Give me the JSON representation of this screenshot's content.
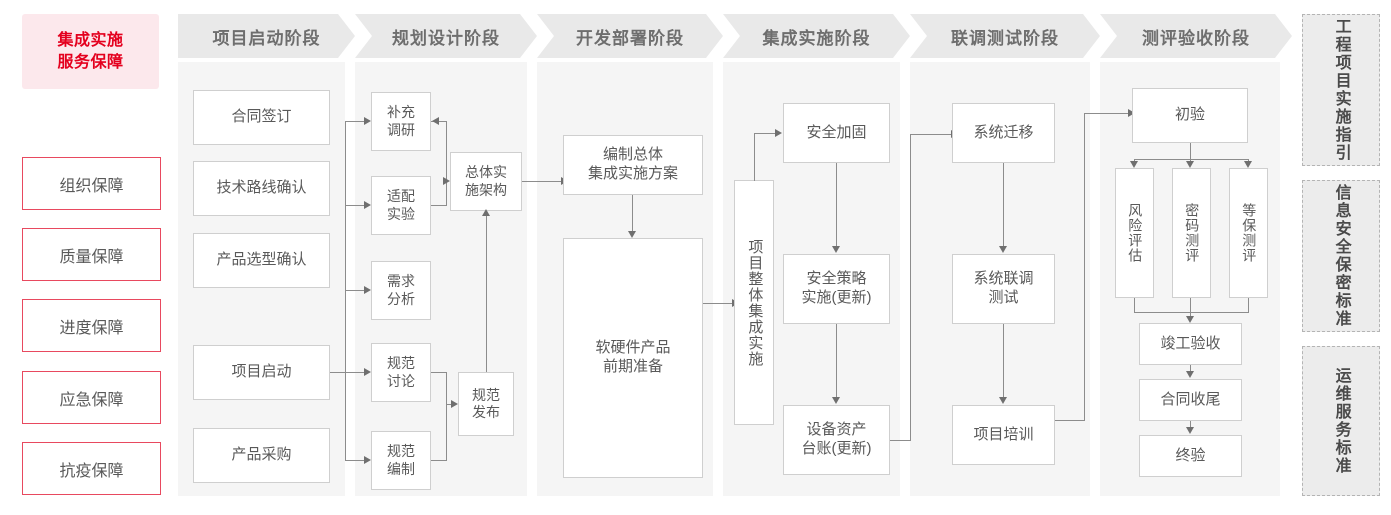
{
  "sidebar": {
    "header": "集成实施\n服务保障",
    "header_line1": "集成实施",
    "header_line2": "服务保障",
    "items": [
      {
        "label": "组织保障"
      },
      {
        "label": "质量保障"
      },
      {
        "label": "进度保障"
      },
      {
        "label": "应急保障"
      },
      {
        "label": "抗疫保障"
      }
    ],
    "accent_color": "#e4001e",
    "header_bg": "#fce8ec",
    "border_color": "#e8495f"
  },
  "phases": [
    {
      "label": "项目启动阶段"
    },
    {
      "label": "规划设计阶段"
    },
    {
      "label": "开发部署阶段"
    },
    {
      "label": "集成实施阶段"
    },
    {
      "label": "联调测试阶段"
    },
    {
      "label": "测评验收阶段"
    }
  ],
  "nodes": {
    "p1": [
      {
        "label": "合同签订"
      },
      {
        "label": "技术路线确认"
      },
      {
        "label": "产品选型确认"
      },
      {
        "label": "项目启动"
      },
      {
        "label": "产品采购"
      }
    ],
    "p2_left": [
      {
        "line1": "补充",
        "line2": "调研"
      },
      {
        "line1": "适配",
        "line2": "实验"
      },
      {
        "line1": "需求",
        "line2": "分析"
      },
      {
        "line1": "规范",
        "line2": "讨论"
      },
      {
        "line1": "规范",
        "line2": "编制"
      }
    ],
    "p2_right": [
      {
        "line1": "总体实",
        "line2": "施架构"
      },
      {
        "line1": "规范",
        "line2": "发布"
      }
    ],
    "p3": [
      {
        "line1": "编制总体",
        "line2": "集成实施方案"
      },
      {
        "line1": "软硬件产品",
        "line2": "前期准备"
      }
    ],
    "p4_vertical": {
      "label": "项目整体集成实施"
    },
    "p4": [
      {
        "line1": "安全加固",
        "line2": ""
      },
      {
        "line1": "安全策略",
        "line2": "实施(更新)"
      },
      {
        "line1": "设备资产",
        "line2": "台账(更新)"
      }
    ],
    "p5": [
      {
        "line1": "系统迁移",
        "line2": ""
      },
      {
        "line1": "系统联调",
        "line2": "测试"
      },
      {
        "line1": "项目培训",
        "line2": ""
      }
    ],
    "p6_top": {
      "label": "初验"
    },
    "p6_tests": [
      {
        "label": "风险评估"
      },
      {
        "label": "密码测评"
      },
      {
        "label": "等保测评"
      }
    ],
    "p6_tail": [
      {
        "label": "竣工验收"
      },
      {
        "label": "合同收尾"
      },
      {
        "label": "终验"
      }
    ]
  },
  "standards": [
    {
      "label": "工程项目实施指引"
    },
    {
      "label": "信息安全保密标准"
    },
    {
      "label": "运维服务标准"
    }
  ],
  "colors": {
    "panel_bg": "#f5f5f5",
    "chevron_bg": "#e9e9e9",
    "node_border": "#cfcfcf",
    "line": "#8c8c8c",
    "text": "#595959"
  }
}
